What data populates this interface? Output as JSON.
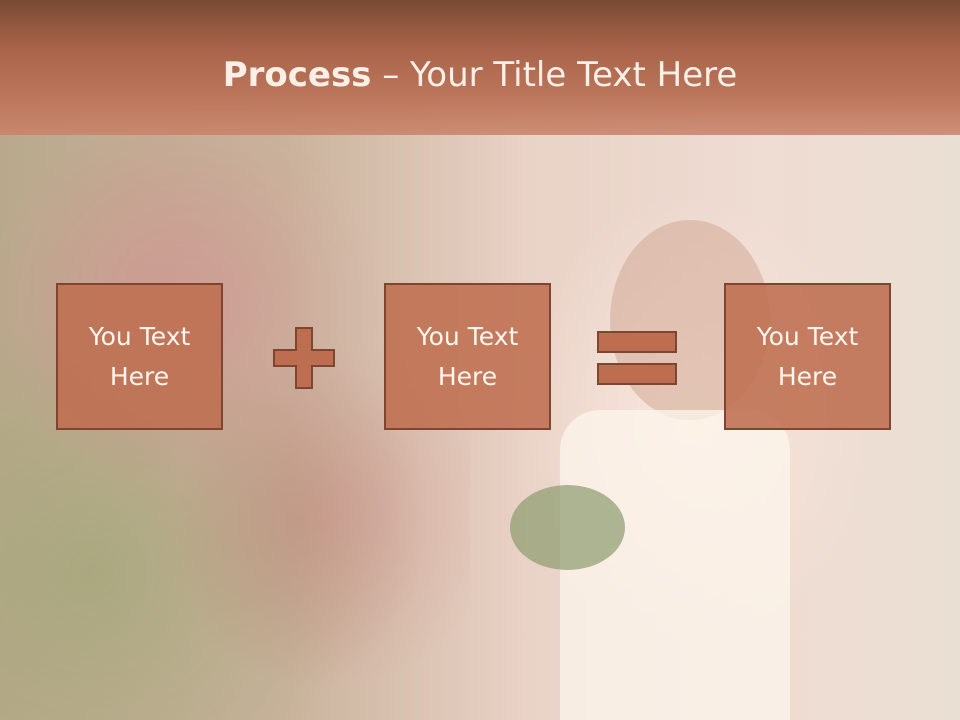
{
  "slide": {
    "title_bold": "Process",
    "title_rest": " – Your Title Text Here"
  },
  "boxes": [
    {
      "text": "You Text\nHere"
    },
    {
      "text": "You Text\nHere"
    },
    {
      "text": "You Text\nHere"
    }
  ],
  "operators": [
    "plus-icon",
    "equals-icon"
  ],
  "colors": {
    "header": "#b06a4e",
    "box_fill": "#be6e50",
    "box_border": "#7e4531",
    "text": "#fff5ee"
  }
}
